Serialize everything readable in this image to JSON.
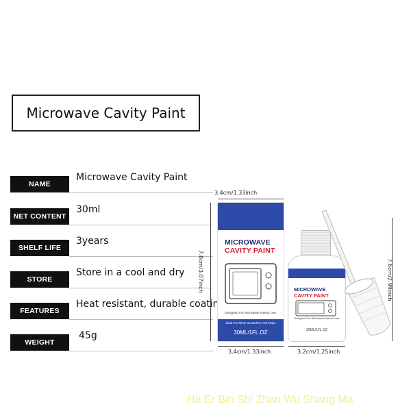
{
  "title": "Microwave Cavity Paint",
  "specs": [
    {
      "label": "NAME",
      "value": "Microwave Cavity Paint"
    },
    {
      "label": "NET CONTENT",
      "value": "30ml"
    },
    {
      "label": "SHELF LIFE",
      "value": "3years"
    },
    {
      "label": "STORE",
      "value": "Store in a cool and dry"
    },
    {
      "label": "FEATURES",
      "value": "Heat resistant, durable coating"
    },
    {
      "label": "WEIGHT",
      "value": "45g"
    }
  ],
  "dimensions": {
    "box_top_width": "3.4cm/1.33inch",
    "box_height": "7.8cm/3.07inch",
    "box_bottom_width": "3.4cm/1.33inch",
    "bottle_width": "3.2cm/1.25inch",
    "bottle_height": "7.6cm/2.99inch"
  },
  "box": {
    "heading1": "MICROWAVE",
    "heading2": "CAVITY PAINT",
    "subtitle": "Designed For Microwave Interior Use",
    "ideal": "Ideal For Minor Scratches And Chips",
    "volume": "30ML/1FL.OZ"
  },
  "bottle": {
    "heading1": "MICROWAVE",
    "heading2": "CAVITY PAINT",
    "subtitle": "Designed For Microwave Interior Use",
    "volume": "30ML/1FL.OZ"
  },
  "watermark": "Ha Er Bin Shi Zhan Wu Shang Ma",
  "colors": {
    "brand_blue": "#2e4aa8",
    "brand_red": "#d21b2a",
    "label_bg": "#111111"
  }
}
